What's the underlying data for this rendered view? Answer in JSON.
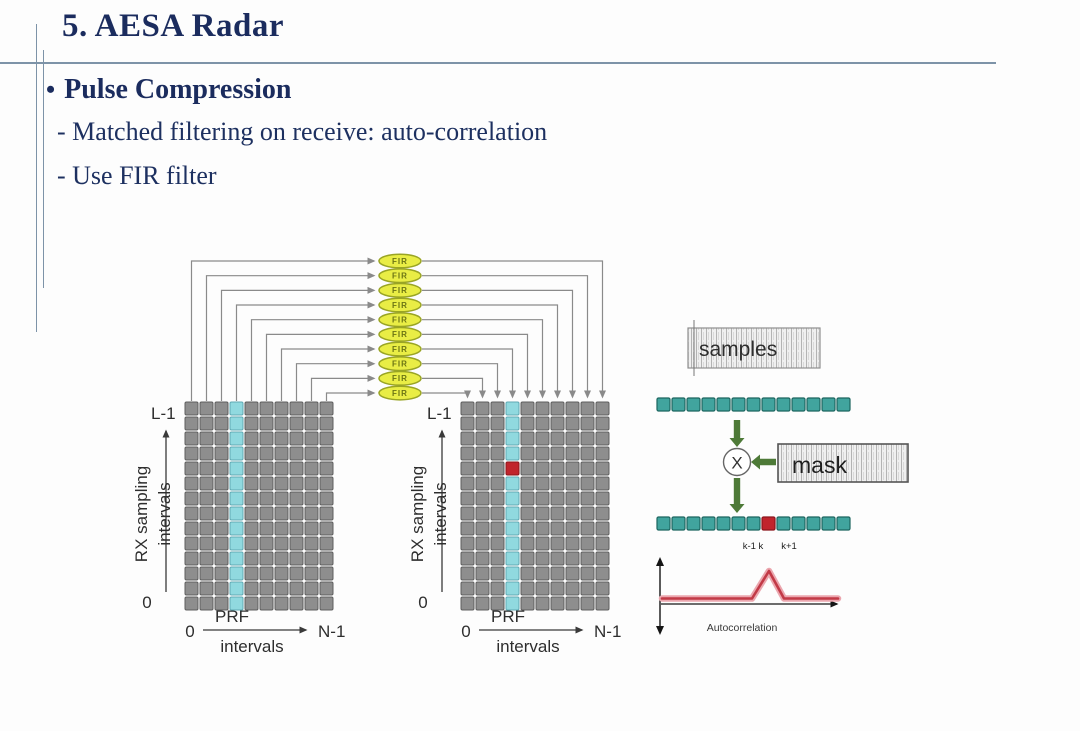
{
  "colors": {
    "navy": "#1b2c5e",
    "rule": "#7d93a8",
    "cell_gray": "#8e8e8e",
    "cell_gray_border": "#5e5e5e",
    "cell_cyan": "#90d9df",
    "cell_cyan_border": "#5fa9b3",
    "cell_red": "#c1242c",
    "cell_red_border": "#8c161d",
    "fir_fill": "#e9ed45",
    "fir_stroke": "#99a424",
    "fir_text": "#6b7414",
    "teal": "#41a49e",
    "teal_border": "#1c6660",
    "green": "#4e7a38",
    "wire": "#8a8a8a",
    "axis": "#3a3a3a",
    "box_border": "#8f8f8f",
    "autocorr_red": "#c23a47",
    "autocorr_halo": "#eba6ae",
    "label": "#2e2e2e"
  },
  "header": {
    "title": "5. AESA Radar"
  },
  "content": {
    "bullet_marker": "•",
    "bullet": "Pulse Compression",
    "sub_bullets": [
      "- Matched filtering on receive: auto-correlation",
      "- Use FIR filter"
    ]
  },
  "diagram": {
    "fir": {
      "label": "FIR",
      "count": 10
    },
    "grid": {
      "cols": 10,
      "rows": 14,
      "highlight_col": 3,
      "red_cell": {
        "col": 3,
        "row": 4
      },
      "y_top_label": "L-1",
      "y_bottom_label": "0",
      "y_axis_label_1": "RX sampling",
      "y_axis_label_2": "intervals",
      "x_left_label": "0",
      "x_axis_label_1": "PRF",
      "x_axis_label_2": "intervals",
      "x_right_label": "N-1"
    },
    "right_panel": {
      "samples_label": "samples",
      "mask_label": "mask",
      "multiply_label": "X",
      "cells": 13,
      "red_index": 7,
      "index_label_left": "k-1 k",
      "index_label_right": "k+1",
      "autocorr_label": "Autocorrelation"
    }
  }
}
